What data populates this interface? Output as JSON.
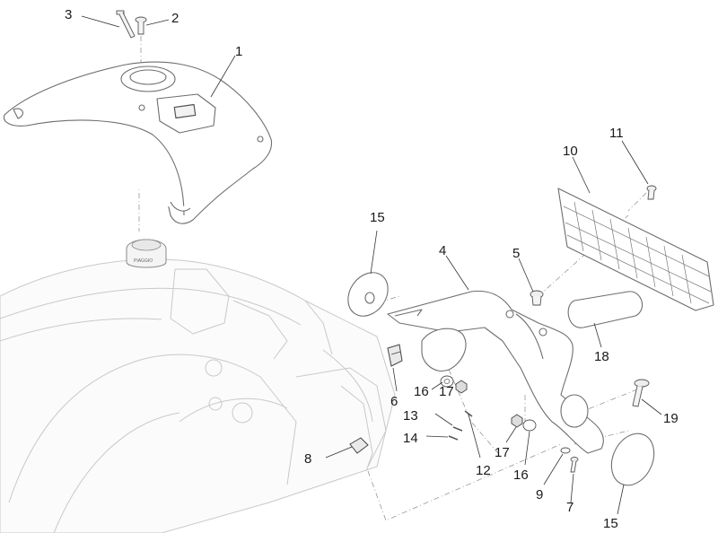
{
  "callouts": [
    {
      "id": "c1",
      "label": "1"
    },
    {
      "id": "c2",
      "label": "2"
    },
    {
      "id": "c3",
      "label": "3"
    },
    {
      "id": "c4",
      "label": "4"
    },
    {
      "id": "c5",
      "label": "5"
    },
    {
      "id": "c6",
      "label": "6"
    },
    {
      "id": "c7",
      "label": "7"
    },
    {
      "id": "c8",
      "label": "8"
    },
    {
      "id": "c9",
      "label": "9"
    },
    {
      "id": "c10",
      "label": "10"
    },
    {
      "id": "c11",
      "label": "11"
    },
    {
      "id": "c12",
      "label": "12"
    },
    {
      "id": "c13",
      "label": "13"
    },
    {
      "id": "c14",
      "label": "14"
    },
    {
      "id": "c15a",
      "label": "15"
    },
    {
      "id": "c15b",
      "label": "15"
    },
    {
      "id": "c16a",
      "label": "16"
    },
    {
      "id": "c16b",
      "label": "16"
    },
    {
      "id": "c17a",
      "label": "17"
    },
    {
      "id": "c17b",
      "label": "17"
    },
    {
      "id": "c18",
      "label": "18"
    },
    {
      "id": "c19",
      "label": "19"
    }
  ],
  "cap_text": "PIAGGIO"
}
